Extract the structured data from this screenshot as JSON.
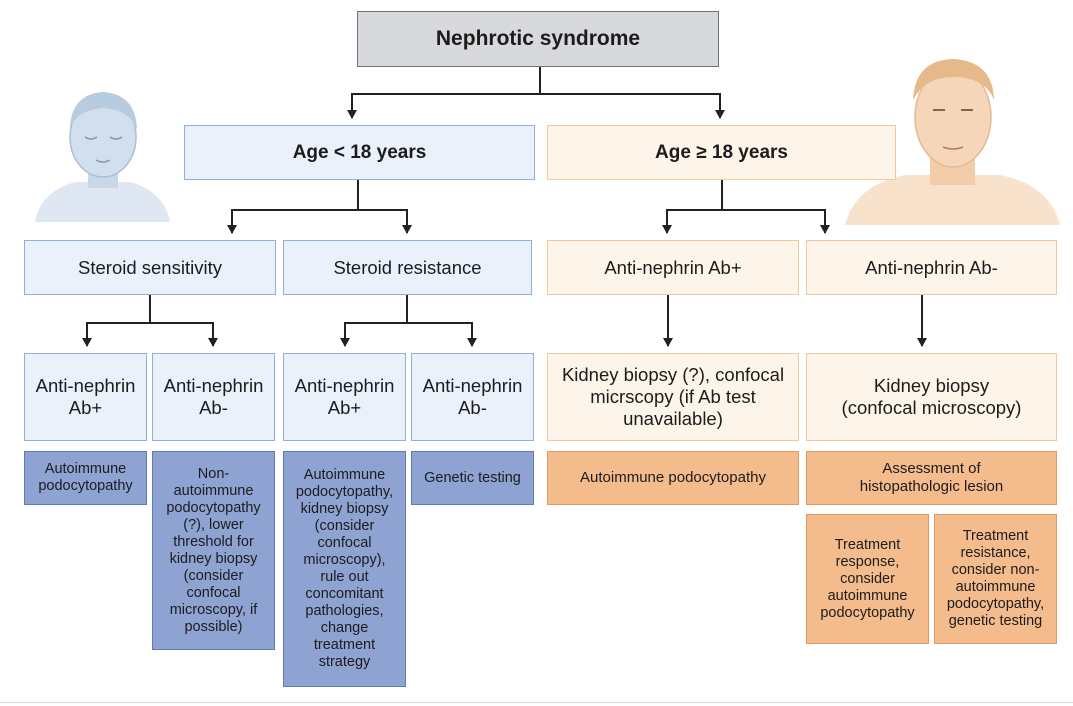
{
  "title": "Nephrotic syndrome",
  "age_groups": {
    "young": "Age < 18 years",
    "adult": "Age ≥ 18 years"
  },
  "young": {
    "sensitivity": "Steroid sensitivity",
    "resistance": "Steroid resistance",
    "ss_pos": "Anti-nephrin Ab+",
    "ss_neg": "Anti-nephrin Ab-",
    "sr_pos": "Anti-nephrin Ab+",
    "sr_neg": "Anti-nephrin Ab-",
    "ss_pos_result": "Autoimmune podocytopathy",
    "ss_neg_result": "Non-autoimmune podocytopathy (?), lower threshold for kidney biopsy (consider confocal microscopy, if possible)",
    "sr_pos_result": "Autoimmune podocytopathy, kidney biopsy (consider confocal microscopy), rule out concomitant pathologies, change treatment strategy",
    "sr_neg_result": "Genetic testing"
  },
  "adult": {
    "pos": "Anti-nephrin Ab+",
    "neg": "Anti-nephrin Ab-",
    "pos_step": "Kidney biopsy (?), confocal micrscopy (if Ab test unavailable)",
    "neg_step": "Kidney biopsy (confocal microscopy)",
    "pos_result": "Autoimmune podocytopathy",
    "neg_result": "Assessment of histopathologic lesion",
    "response": "Treatment response, consider autoimmune podocytopathy",
    "resistance": "Treatment resistance, consider non-autoimmune podocytopathy, genetic testing"
  }
}
